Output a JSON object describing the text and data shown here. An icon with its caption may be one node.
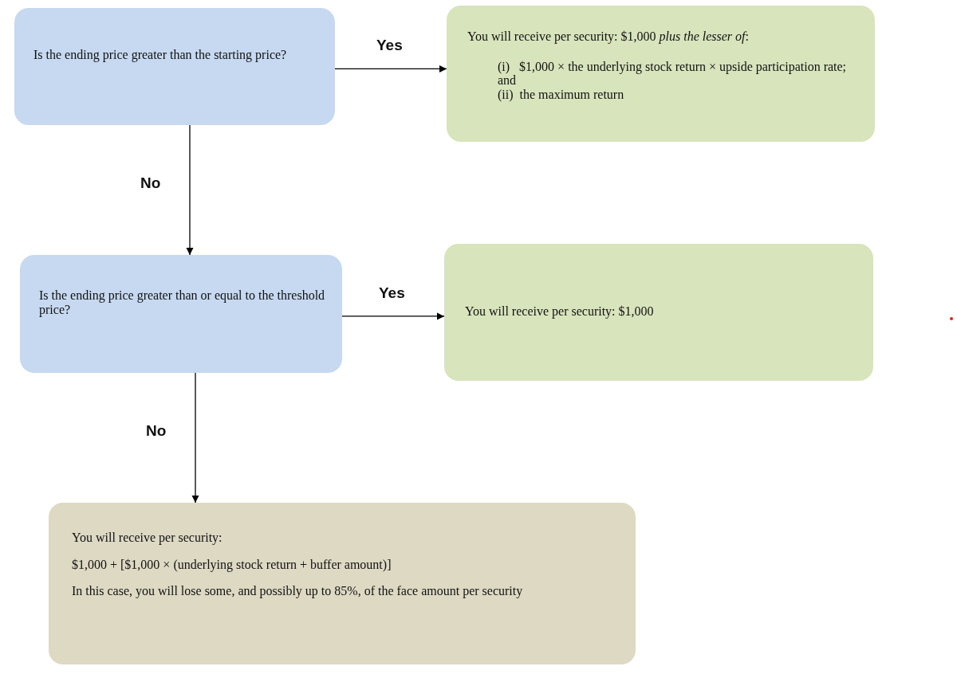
{
  "diagram": {
    "nodes": [
      {
        "text": [
          "Is the ending price greater than the starting price?"
        ]
      },
      {
        "text": [
          "You will receive per security: $1,000 *plus the lesser of*:",
          "(i)   $1,000 × the underlying stock return × upside participation rate; and",
          "(ii)  the maximum return"
        ]
      },
      {
        "text": [
          "Is the ending price greater than or equal to the threshold price?"
        ]
      },
      {
        "text": [
          "You will receive per security: $1,000"
        ]
      },
      {
        "text": [
          "You will receive per security:",
          "$1,000 + [$1,000 × (underlying stock return + buffer amount)]",
          "In this case, you will lose some, and possibly up to 85%, of the face amount per security"
        ]
      }
    ],
    "edges": [
      {
        "from": 0,
        "to": 1,
        "arrow": "to",
        "label": "Yes"
      },
      {
        "from": 0,
        "to": 2,
        "arrow": "to",
        "label": "No"
      },
      {
        "from": 2,
        "to": 3,
        "arrow": "to",
        "label": "Yes"
      },
      {
        "from": 2,
        "to": 4,
        "arrow": "to",
        "label": "No"
      }
    ]
  }
}
